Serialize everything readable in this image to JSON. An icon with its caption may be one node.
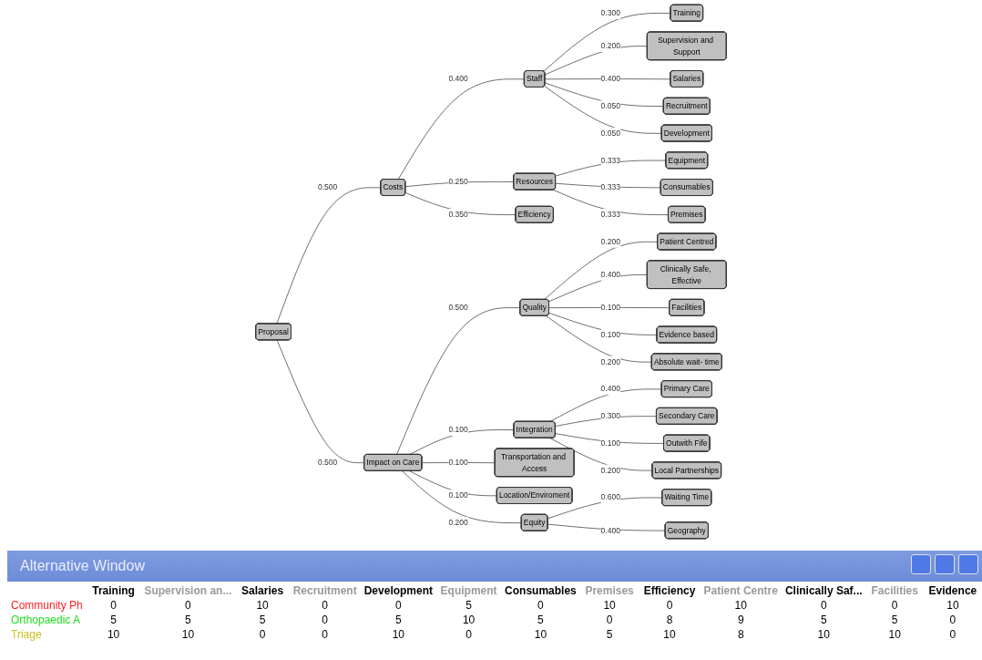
{
  "diagram": {
    "nodes": [
      {
        "text": [
          "Proposal"
        ]
      },
      {
        "text": [
          "Costs"
        ]
      },
      {
        "text": [
          "Staff"
        ]
      },
      {
        "text": [
          "Training"
        ]
      },
      {
        "text": [
          "Supervision and Support"
        ]
      },
      {
        "text": [
          "Salaries"
        ]
      },
      {
        "text": [
          "Recruitment"
        ]
      },
      {
        "text": [
          "Development"
        ]
      },
      {
        "text": [
          "Resources"
        ]
      },
      {
        "text": [
          "Equipment"
        ]
      },
      {
        "text": [
          "Consumables"
        ]
      },
      {
        "text": [
          "Premises"
        ]
      },
      {
        "text": [
          "Efficiency"
        ]
      },
      {
        "text": [
          "Impact on Care"
        ]
      },
      {
        "text": [
          "Quality"
        ]
      },
      {
        "text": [
          "Patient Centred"
        ]
      },
      {
        "text": [
          "Clinically Safe, Effective"
        ]
      },
      {
        "text": [
          "Facilities"
        ]
      },
      {
        "text": [
          "Evidence based"
        ]
      },
      {
        "text": [
          "Absolute wait- time"
        ]
      },
      {
        "text": [
          "Integration"
        ]
      },
      {
        "text": [
          "Primary Care"
        ]
      },
      {
        "text": [
          "Secondary Care"
        ]
      },
      {
        "text": [
          "Outwith Fife"
        ]
      },
      {
        "text": [
          "Local Partnerships"
        ]
      },
      {
        "text": [
          "Transportation and Access"
        ]
      },
      {
        "text": [
          "Location/Enviroment"
        ]
      },
      {
        "text": [
          "Equity"
        ]
      },
      {
        "text": [
          "Waiting Time"
        ]
      },
      {
        "text": [
          "Geography"
        ]
      }
    ],
    "edges": [
      {
        "from": 0,
        "to": 1,
        "arrow": "none",
        "label": "0.500"
      },
      {
        "from": 1,
        "to": 2,
        "arrow": "none",
        "label": "0.400"
      },
      {
        "from": 2,
        "to": 3,
        "arrow": "none",
        "label": "0.300"
      },
      {
        "from": 2,
        "to": 4,
        "arrow": "none",
        "label": "0.200"
      },
      {
        "from": 2,
        "to": 5,
        "arrow": "none",
        "label": "0.400"
      },
      {
        "from": 2,
        "to": 6,
        "arrow": "none",
        "label": "0.050"
      },
      {
        "from": 2,
        "to": 7,
        "arrow": "none",
        "label": "0.050"
      },
      {
        "from": 1,
        "to": 8,
        "arrow": "none",
        "label": "0.250"
      },
      {
        "from": 8,
        "to": 9,
        "arrow": "none",
        "label": "0.333"
      },
      {
        "from": 8,
        "to": 10,
        "arrow": "none",
        "label": "0.333"
      },
      {
        "from": 8,
        "to": 11,
        "arrow": "none",
        "label": "0.333"
      },
      {
        "from": 1,
        "to": 12,
        "arrow": "none",
        "label": "0.350"
      },
      {
        "from": 0,
        "to": 13,
        "arrow": "none",
        "label": "0.500"
      },
      {
        "from": 13,
        "to": 14,
        "arrow": "none",
        "label": "0.500"
      },
      {
        "from": 14,
        "to": 15,
        "arrow": "none",
        "label": "0.200"
      },
      {
        "from": 14,
        "to": 16,
        "arrow": "none",
        "label": "0.400"
      },
      {
        "from": 14,
        "to": 17,
        "arrow": "none",
        "label": "0.100"
      },
      {
        "from": 14,
        "to": 18,
        "arrow": "none",
        "label": "0.100"
      },
      {
        "from": 14,
        "to": 19,
        "arrow": "none",
        "label": "0.200"
      },
      {
        "from": 13,
        "to": 20,
        "arrow": "none",
        "label": "0.100"
      },
      {
        "from": 20,
        "to": 21,
        "arrow": "none",
        "label": "0.400"
      },
      {
        "from": 20,
        "to": 22,
        "arrow": "none",
        "label": "0.300"
      },
      {
        "from": 20,
        "to": 23,
        "arrow": "none",
        "label": "0.100"
      },
      {
        "from": 20,
        "to": 24,
        "arrow": "none",
        "label": "0.200"
      },
      {
        "from": 13,
        "to": 25,
        "arrow": "none",
        "label": "0.100"
      },
      {
        "from": 13,
        "to": 26,
        "arrow": "none",
        "label": "0.100"
      },
      {
        "from": 13,
        "to": 27,
        "arrow": "none",
        "label": "0.200"
      },
      {
        "from": 27,
        "to": 28,
        "arrow": "none",
        "label": "0.600"
      },
      {
        "from": 27,
        "to": 29,
        "arrow": "none",
        "label": "0.400"
      }
    ],
    "labels": [
      "Alternative Window",
      "Training",
      "Supervision an...",
      "Salaries",
      "Recruitment",
      "Development",
      "Equipment",
      "Consumables",
      "Premises",
      "Efficiency",
      "Patient Centre",
      "Clinically Saf...",
      "Facilities",
      "Evidence",
      "Community Ph",
      "0",
      "0",
      "10",
      "0",
      "0",
      "5",
      "0",
      "10",
      "0",
      "10",
      "0",
      "0",
      "10",
      "Orthopaedic A",
      "5",
      "5",
      "5",
      "0",
      "5",
      "10",
      "5",
      "0",
      "8",
      "9",
      "5",
      "5",
      "0",
      "Triage",
      "10",
      "10",
      "0",
      "0",
      "10",
      "0",
      "10",
      "5",
      "10",
      "8",
      "10",
      "10",
      "0"
    ]
  }
}
